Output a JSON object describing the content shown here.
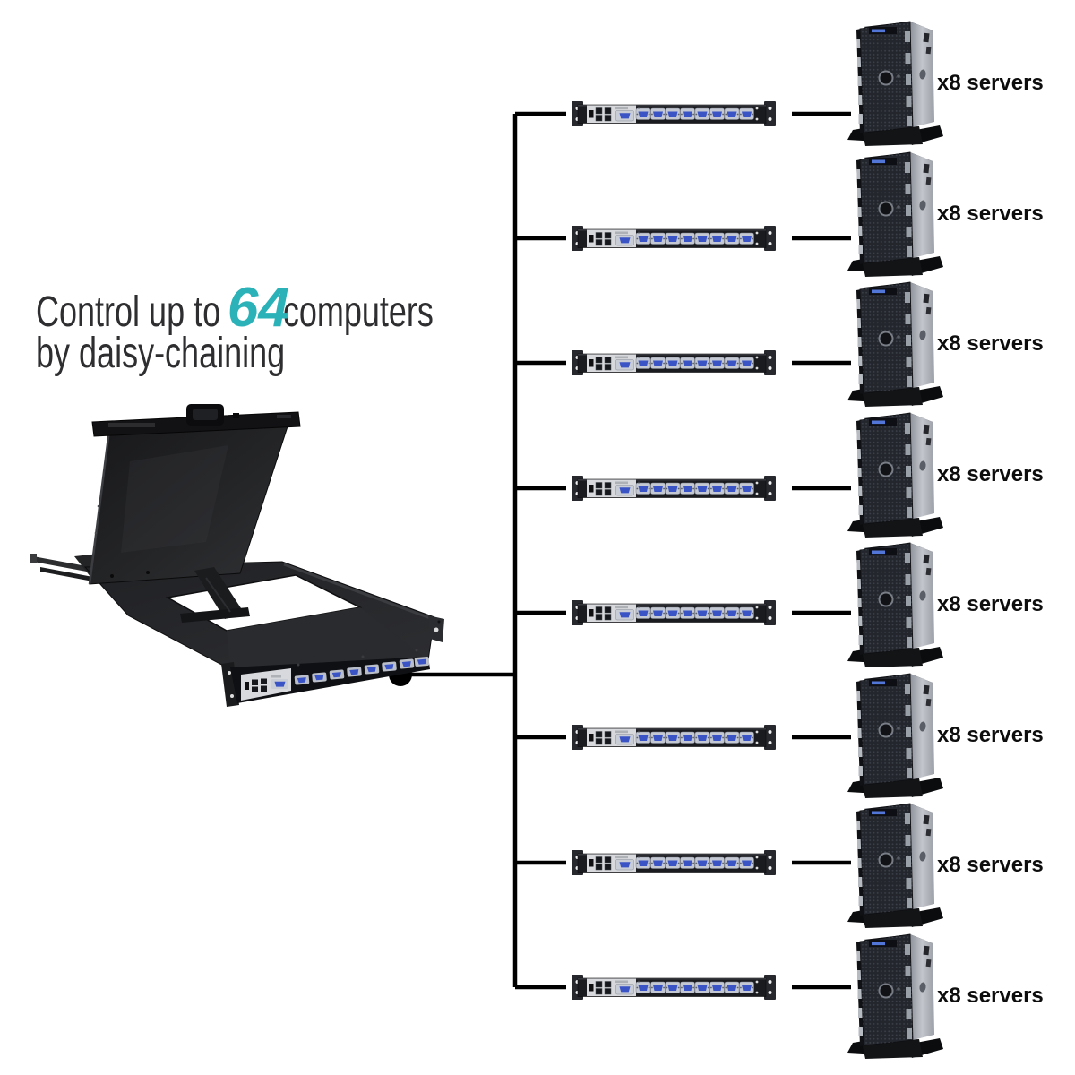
{
  "headline": {
    "prefix": "Control up to",
    "highlight": "64",
    "suffix": "computers",
    "line2": "by daisy-chaining",
    "text_color": "#2e2e31",
    "highlight_color": "#2ab2b8"
  },
  "diagram": {
    "rows": [
      {
        "label": "x8 servers"
      },
      {
        "label": "x8 servers"
      },
      {
        "label": "x8 servers"
      },
      {
        "label": "x8 servers"
      },
      {
        "label": "x8 servers"
      },
      {
        "label": "x8 servers"
      },
      {
        "label": "x8 servers"
      },
      {
        "label": "x8 servers"
      }
    ],
    "line_color": "#000000"
  },
  "images": {
    "console": "kvm-rack-console-drawer",
    "switch": "8-port-kvm-switch",
    "server": "tower-server"
  },
  "accent_colors": {
    "vga_port_blue": "#3a54c6",
    "panel_silver": "#d7d9dc"
  }
}
